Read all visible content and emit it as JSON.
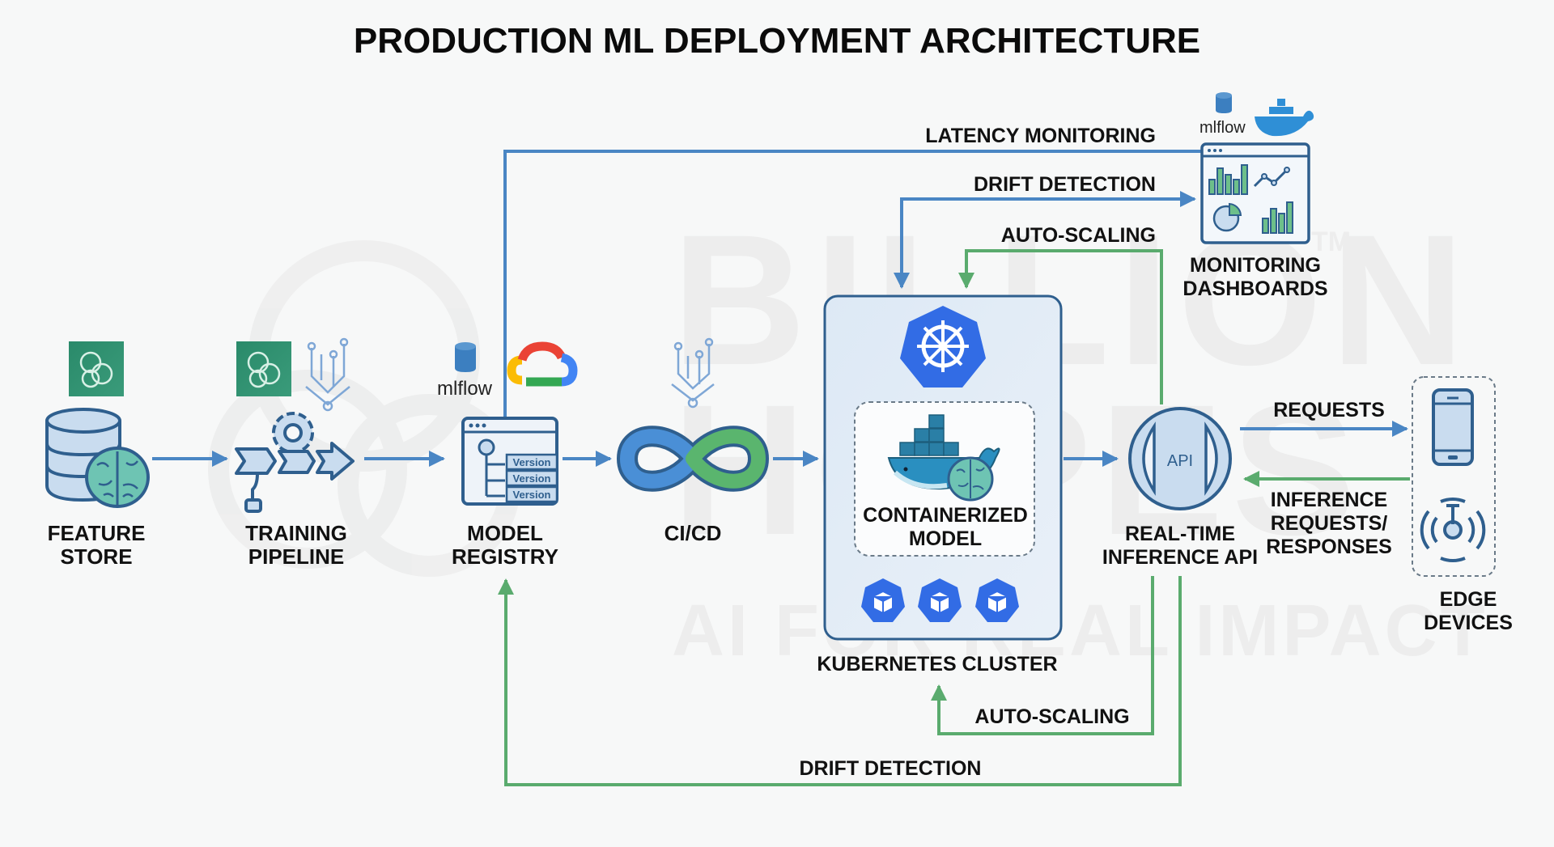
{
  "title": "PRODUCTION ML DEPLOYMENT ARCHITECTURE",
  "watermark": {
    "line1": "BILLION",
    "line2": "HOPES",
    "tagline": "AI FOR REAL IMPACT",
    "trademark": "TM"
  },
  "nodes": {
    "feature_store": {
      "line1": "FEATURE",
      "line2": "STORE",
      "icons": [
        "database-icon",
        "brain-icon",
        "ai-chip-icon"
      ]
    },
    "training_pipeline": {
      "line1": "TRAINING",
      "line2": "PIPELINE",
      "icons": [
        "gear-icon",
        "pipeline-arrows-icon",
        "ai-chip-icon",
        "circuit-icon"
      ]
    },
    "model_registry": {
      "line1": "MODEL",
      "line2": "REGISTRY",
      "versions": [
        "Version",
        "Version",
        "Version"
      ],
      "logo_text": "mlflow",
      "icons": [
        "browser-window-icon",
        "mlflow-icon",
        "google-cloud-icon"
      ]
    },
    "cicd": {
      "line1": "CI/CD",
      "icons": [
        "infinity-loop-icon",
        "circuit-icon"
      ]
    },
    "containerized_model": {
      "line1": "CONTAINERIZED",
      "line2": "MODEL",
      "icons": [
        "docker-whale-icon",
        "brain-icon"
      ]
    },
    "kubernetes_cluster": {
      "label": "KUBERNETES CLUSTER",
      "pods": 3,
      "icons": [
        "kubernetes-helm-icon",
        "pod-cube-icon"
      ]
    },
    "inference_api": {
      "line1": "REAL-TIME",
      "line2": "INFERENCE API",
      "badge": "API"
    },
    "monitoring": {
      "line1": "MONITORING",
      "line2": "DASHBOARDS",
      "logo_text": "mlflow",
      "icons": [
        "dashboard-icon",
        "mlflow-icon",
        "docker-whale-icon"
      ]
    },
    "edge_devices": {
      "line1": "EDGE",
      "line2": "DEVICES",
      "icons": [
        "smartphone-icon",
        "iot-sensor-icon"
      ]
    }
  },
  "edges": {
    "latency_monitoring": "LATENCY MONITORING",
    "drift_detection_top": "DRIFT DETECTION",
    "auto_scaling_top": "AUTO-SCALING",
    "requests": "REQUESTS",
    "inference_responses": {
      "line1": "INFERENCE",
      "line2": "REQUESTS/",
      "line3": "RESPONSES"
    },
    "auto_scaling_bottom": "AUTO-SCALING",
    "drift_detection_bottom": "DRIFT DETECTION"
  },
  "colors": {
    "flow_blue": "#4a86c4",
    "feedback_green": "#5aab6e",
    "icon_outline": "#2f5f8e",
    "icon_fill": "#c9dcef",
    "k8s_blue": "#326ce5",
    "aws_green": "#2e8b6e"
  }
}
